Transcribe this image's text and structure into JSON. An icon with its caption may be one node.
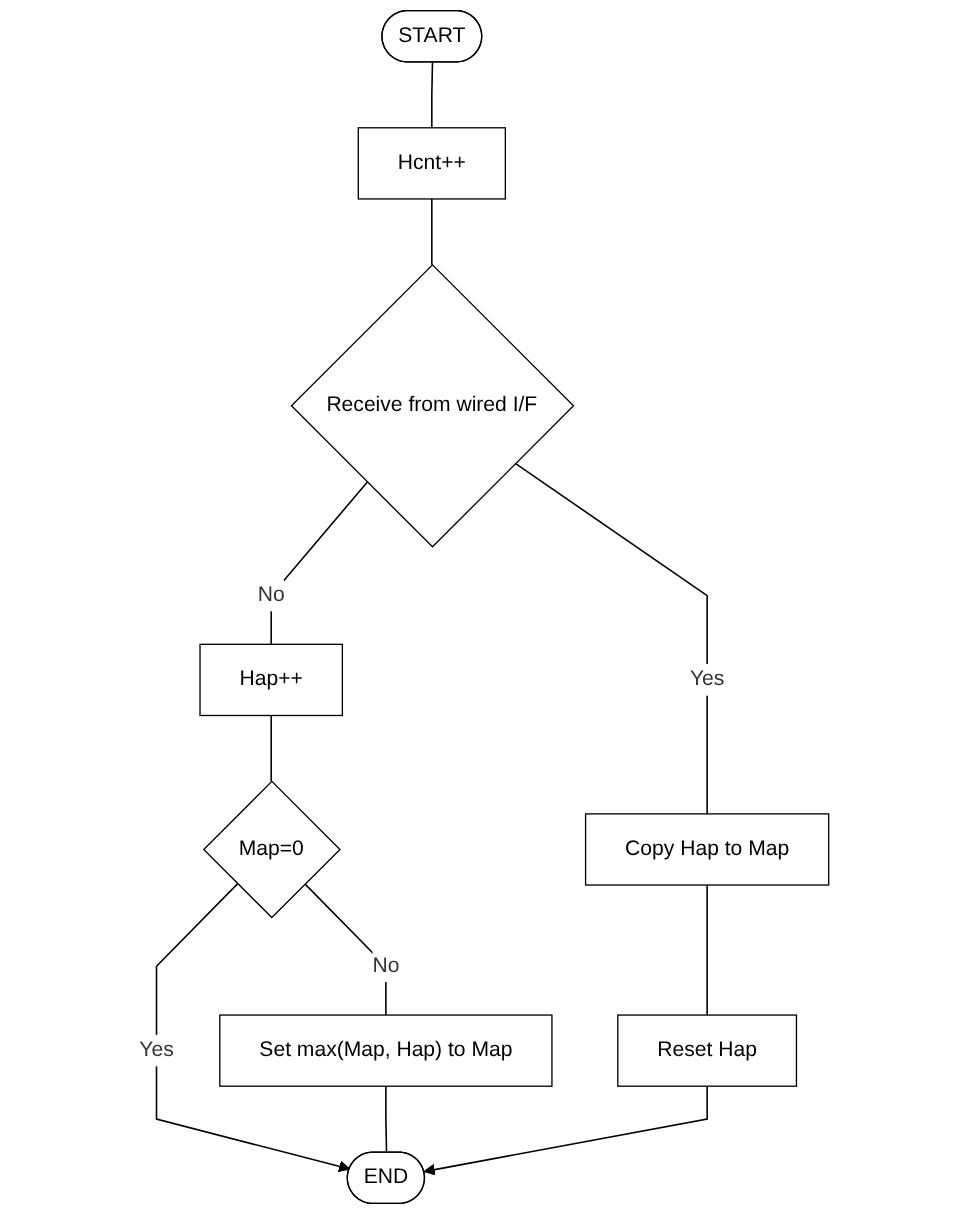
{
  "diagram": {
    "nodes": [
      {
        "text": [
          "START"
        ]
      },
      {
        "text": [
          "Hcnt++"
        ]
      },
      {
        "text": [
          "Receive from wired I/F"
        ]
      },
      {
        "text": [
          "Copy Hap to Map"
        ]
      },
      {
        "text": [
          "Reset Hap"
        ]
      },
      {
        "text": [
          "Hap++"
        ]
      },
      {
        "text": [
          "Map=0"
        ]
      },
      {
        "text": [
          "Set max(Map, Hap) to Map"
        ]
      },
      {
        "text": [
          "END"
        ]
      }
    ],
    "edges": [
      {
        "from": 0,
        "to": 1,
        "arrow": "none"
      },
      {
        "from": 1,
        "to": 2,
        "arrow": "none"
      },
      {
        "from": 2,
        "to": 3,
        "label": "Yes",
        "arrow": "none"
      },
      {
        "from": 3,
        "to": 4,
        "arrow": "none"
      },
      {
        "from": 2,
        "to": 5,
        "label": "No",
        "arrow": "none"
      },
      {
        "from": 5,
        "to": 6,
        "arrow": "none"
      },
      {
        "from": 6,
        "to": 7,
        "label": "No",
        "arrow": "none"
      },
      {
        "from": 6,
        "to": 8,
        "label": "Yes",
        "arrow": "to"
      },
      {
        "from": 7,
        "to": 8,
        "arrow": "none"
      },
      {
        "from": 4,
        "to": 8,
        "arrow": "to"
      }
    ]
  }
}
